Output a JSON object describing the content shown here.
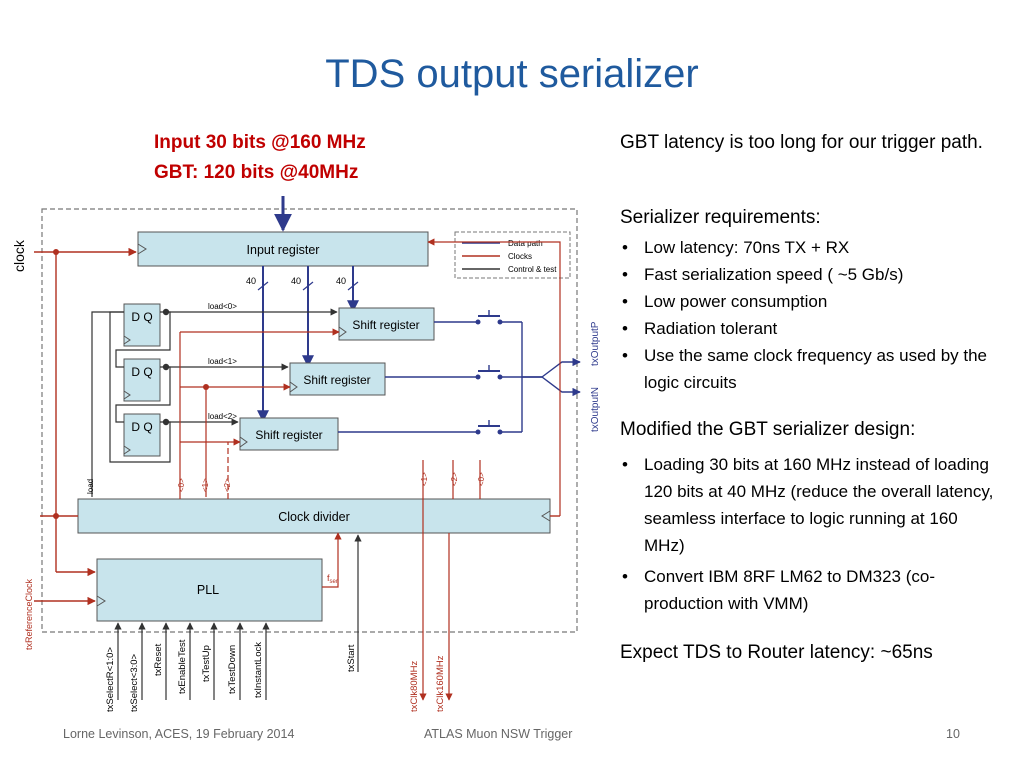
{
  "slide": {
    "title": "TDS output serializer",
    "red_label_1": "Input 30 bits @160 MHz",
    "red_label_2": "GBT: 120 bits @40MHz",
    "intro": "GBT latency is too long for our trigger path.",
    "req_heading": "Serializer requirements:",
    "requirements": [
      "Low latency: 70ns TX + RX",
      "Fast serialization speed ( ~5 Gb/s)",
      "Low power consumption",
      "Radiation tolerant",
      "Use the same clock frequency as used by the logic circuits"
    ],
    "mod_heading": "Modified the GBT serializer design:",
    "modifications": [
      "Loading 30 bits at 160 MHz instead of loading 120 bits at 40 MHz (reduce the overall latency, seamless interface to logic running at 160 MHz)",
      "Convert IBM 8RF LM62 to DM323 (co-production with VMM)"
    ],
    "expect": "Expect TDS to Router latency: ~65ns"
  },
  "diagram": {
    "clock_label": "clock",
    "input_register": "Input register",
    "shift_register": "Shift register",
    "dq": "D Q",
    "clock_divider": "Clock divider",
    "pll": "PLL",
    "load_0": "load<0>",
    "load_1": "load<1>",
    "load_2": "load<2>",
    "load": "load",
    "bus_width": "40",
    "legend_data": "Data path",
    "legend_clocks": "Clocks",
    "legend_control": "Control & test",
    "tx_output_p": "txOutputP",
    "tx_output_n": "txOutputN",
    "tx_reference_clock": "txReferenceClock",
    "f_label": "f",
    "f_sub": "ser",
    "ph_0": "<0>",
    "ph_1": "<1>",
    "ph_2": "<2>",
    "bottom_signals": [
      "txSelectR<1:0>",
      "txSelect<3:0>",
      "txReset",
      "txEnableTest",
      "txTestUp",
      "txTestDown",
      "txInstantLock",
      "txStart"
    ],
    "clk_signals": [
      "txClk80MHz",
      "txClk160MHz"
    ]
  },
  "footer": {
    "author": "Lorne Levinson, ACES, 19 February 2014",
    "project": "ATLAS Muon NSW Trigger",
    "page": "10"
  },
  "colors": {
    "title": "#1f5a9e",
    "red": "#c00000",
    "data_path": "#2e3a8c",
    "clock_path": "#b03020",
    "block_fill": "#c8e4ec"
  }
}
